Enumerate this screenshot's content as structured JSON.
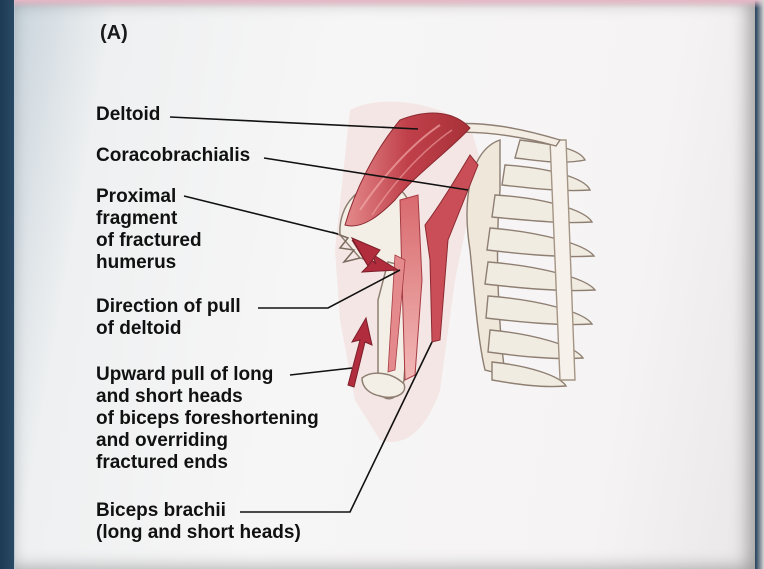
{
  "panel_label": "(A)",
  "labels": {
    "deltoid": "Deltoid",
    "coracobrachialis": "Coracobrachialis",
    "proximal_fragment": [
      "Proximal",
      "fragment",
      "of fractured",
      "humerus"
    ],
    "direction_of_pull": [
      "Direction of pull",
      "of deltoid"
    ],
    "upward_pull": [
      "Upward pull of long",
      "and short heads",
      "of biceps foreshortening",
      "and overriding",
      "fractured ends"
    ],
    "biceps_brachii": [
      "Biceps brachii",
      "(long and short heads)"
    ]
  },
  "colors": {
    "muscle": "#c0404a",
    "muscle_light": "#e48a8c",
    "bone": "#f1ece2",
    "bone_outline": "#8e7f72",
    "arrow": "#b12c3c",
    "leader_line": "#111111"
  }
}
